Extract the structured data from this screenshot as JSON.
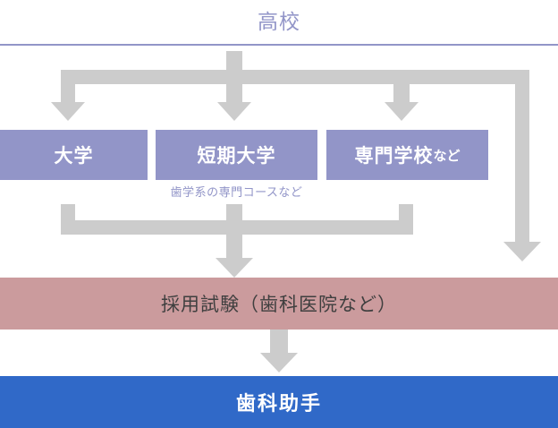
{
  "diagram": {
    "title": "高校",
    "colors": {
      "purple": "#9295c8",
      "gray_connector": "#cccccc",
      "rose": "#cb9b9d",
      "blue": "#3069c8",
      "exam_text": "#3f3f3f",
      "background": "#ffffff"
    },
    "schools": [
      {
        "label": "大学",
        "suffix": ""
      },
      {
        "label": "短期大学",
        "suffix": ""
      },
      {
        "label": "専門学校",
        "suffix": "など"
      }
    ],
    "note": "歯学系の専門コースなど",
    "exam_stage": "採用試験（歯科医院など）",
    "goal_stage": "歯科助手"
  }
}
